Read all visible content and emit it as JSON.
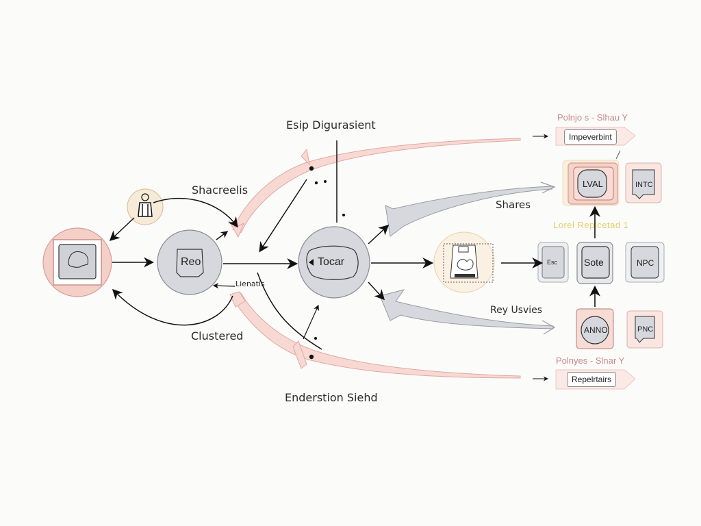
{
  "diagram": {
    "title_top": "Esip Digurasient",
    "title_bottom": "Enderstion Siehd",
    "labels": {
      "upper_left": "Shacreelis",
      "lower_left": "Clustered",
      "mid_small": "Lienatis",
      "shares": "Shares",
      "ray_usvies": "Rey Usvies",
      "yellow_note": "Lorel Replcetad  1"
    },
    "nodes": {
      "source": {
        "name": "source-node",
        "icon": "elephant-card-icon"
      },
      "person": {
        "name": "person-node",
        "icon": "person-icon"
      },
      "reo": {
        "label": "Reo"
      },
      "tocar": {
        "label": "Tocar"
      },
      "device": {
        "name": "device-node",
        "icon": "device-card-icon"
      }
    },
    "outputs": {
      "top": {
        "heading": "Polnjo s - Slhau Y",
        "tag": "Impeverbint"
      },
      "bottom": {
        "heading": "Polnyes - Slnar Y",
        "tag": "Repelrtairs"
      }
    },
    "grid": {
      "row1": [
        "LVAL",
        "INTC"
      ],
      "row2": [
        "Esc",
        "Sote",
        "NPC"
      ],
      "row3": [
        "ANNO",
        "PNC"
      ]
    },
    "colors": {
      "pink_fill": "#f8d8d2",
      "pink_stroke": "#e0a8a0",
      "gray_fill": "#d6d8de",
      "gray_stroke": "#8a8a90",
      "cream_fill": "#fbf1e2",
      "cream_stroke": "#e9d6b4",
      "yellow_text": "#e0cf6a"
    }
  }
}
